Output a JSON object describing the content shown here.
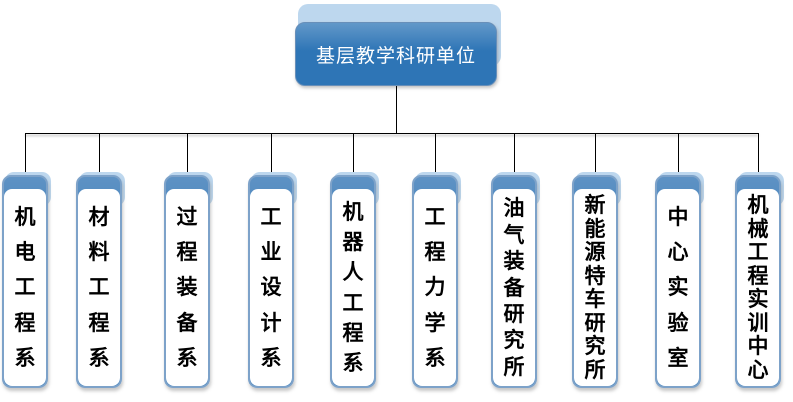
{
  "root": {
    "label": "基层教学科研单位"
  },
  "units": [
    {
      "label": "机电工程系"
    },
    {
      "label": "材料工程系"
    },
    {
      "label": "过程装备系"
    },
    {
      "label": "工业设计系"
    },
    {
      "label": "机器人工程系"
    },
    {
      "label": "工程力学系"
    },
    {
      "label": "油气装备研究所"
    },
    {
      "label": "新能源特车研究所"
    },
    {
      "label": "中心实验室"
    },
    {
      "label": "机械工程实训中心"
    }
  ],
  "colors": {
    "node_blue": "#2e75b6",
    "node_blue_light": "#bdd7ee",
    "box_border": "#7da2c9",
    "unit_text": "#000000",
    "root_text": "#ffffff",
    "line": "#000000"
  }
}
